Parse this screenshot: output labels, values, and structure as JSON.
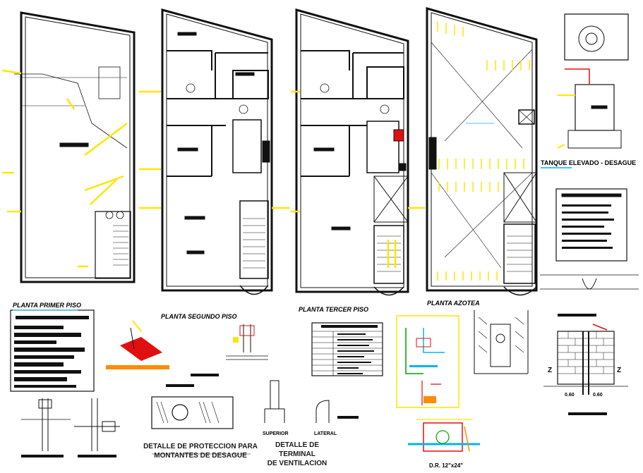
{
  "plan_titles": {
    "primer_piso": "PLANTA PRIMER PISO",
    "segundo_piso": "PLANTA SEGUNDO PISO",
    "tercer_piso": "PLANTA TERCER PISO",
    "azotea": "PLANTA AZOTEA"
  },
  "details": {
    "tanque_elevado": "TANQUE ELEVADO - DESAGUE",
    "proteccion_line1": "DETALLE DE PROTECCION PARA",
    "proteccion_line2": "MONTANTES DE DESAGUE",
    "terminal_line1": "DETALLE DE TERMINAL",
    "terminal_line2": "DE VENTILACION",
    "superior": "SUPERIOR",
    "lateral": "LATERAL",
    "dimension_label": "D.R. 12\"x24\"",
    "z_left": "Z",
    "z_right": "Z",
    "dim_left": "0.60",
    "dim_right": "0.60"
  },
  "colors": {
    "line": "#111111",
    "accent_yellow": "#ffe600",
    "accent_red": "#e01010",
    "accent_orange": "#ff8c00",
    "accent_cyan": "#00b7e6",
    "accent_green": "#00a000"
  }
}
